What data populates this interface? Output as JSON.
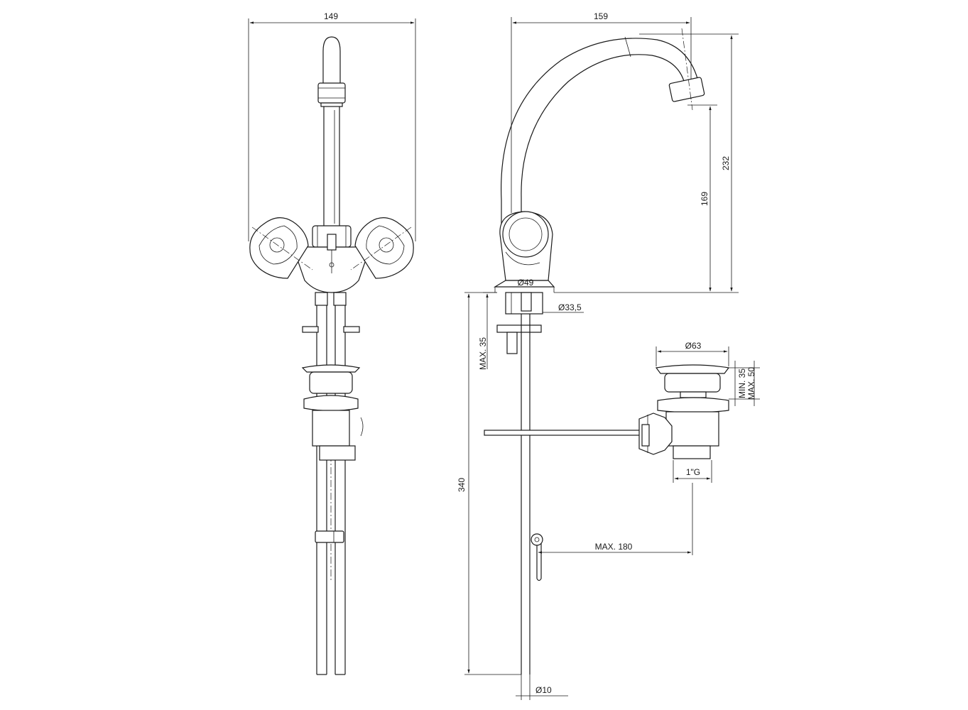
{
  "colors": {
    "line": "#1a1a1a",
    "background": "#ffffff"
  },
  "dimensions": {
    "front_width": "149",
    "side_width": "159",
    "total_height": "232",
    "spout_height": "169",
    "base_diameter": "Ø49",
    "shank_diameter": "Ø33,5",
    "max_thickness": "MAX. 35",
    "total_length": "340",
    "rod_diameter": "Ø10",
    "waste_diameter": "Ø63",
    "min_plug": "MIN. 35",
    "max_plug": "MAX. 50",
    "thread": "1\"G",
    "max_rod": "MAX. 180"
  }
}
